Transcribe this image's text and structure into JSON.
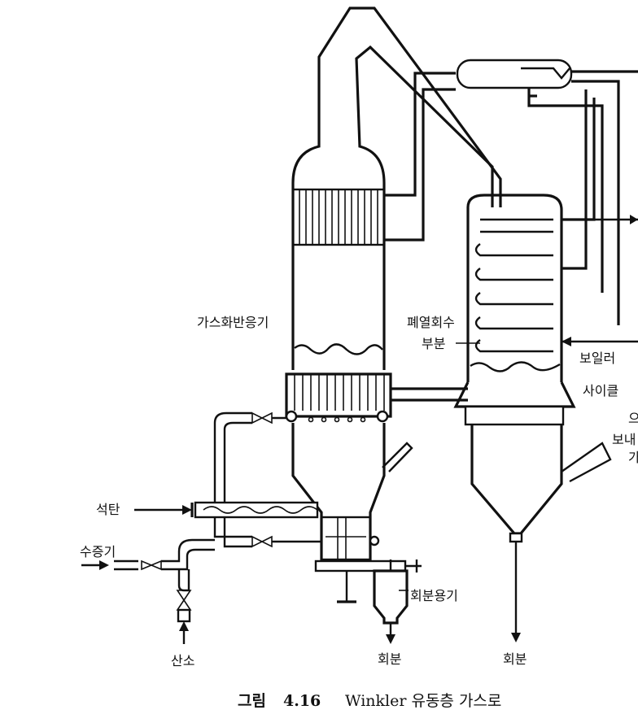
{
  "labels": {
    "gasifier": "가스화반응기",
    "heat_recovery_line1": "폐열회수",
    "heat_recovery_line2": "부분",
    "boiler": "보일러",
    "cyclone": "사이클",
    "cyclone_return_1": "으",
    "cyclone_return_2": "보내",
    "cyclone_return_3": "가",
    "coal": "석탄",
    "steam": "수증기",
    "oxygen": "산소",
    "ash_vessel": "회분용기",
    "ash_left": "회분",
    "ash_right": "회분"
  },
  "caption": {
    "prefix": "그림",
    "number": "4.16",
    "title": "Winkler 유동층 가스로"
  }
}
